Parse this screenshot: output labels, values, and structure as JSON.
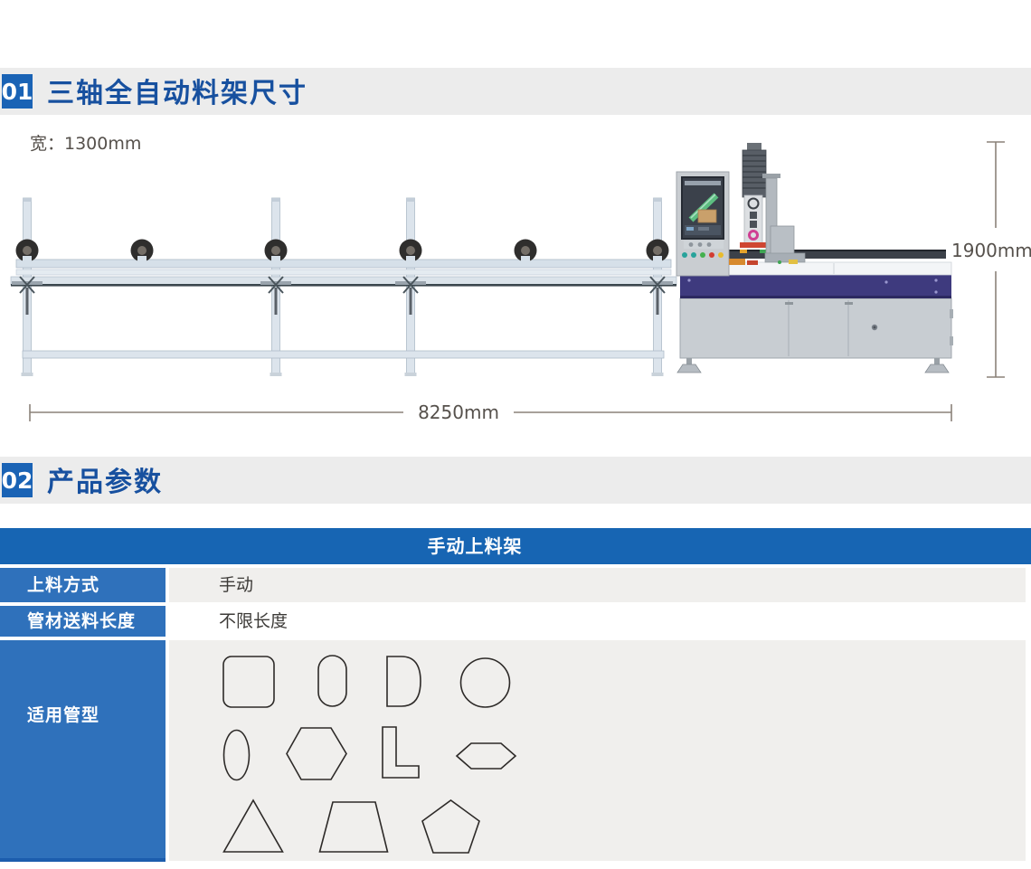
{
  "section1": {
    "number": "01",
    "title": "三轴全自动料架尺寸"
  },
  "section2": {
    "number": "02",
    "title": "产品参数"
  },
  "diagram": {
    "description": "三轴全自动料架与激光切管机侧视图",
    "width_label": "宽：1300mm",
    "height_label": "1900mm",
    "length_label": "8250mm",
    "dimensions": {
      "width_mm": 1300,
      "height_mm": 1900,
      "length_mm": 8250
    },
    "rack_rollers": 6,
    "rack_posts": 4
  },
  "table": {
    "header": "手动上料架",
    "rows": [
      {
        "label": "上料方式",
        "value": "手动"
      },
      {
        "label": "管材送料长度",
        "value": "不限长度"
      },
      {
        "label": "适用管型",
        "value": ""
      }
    ],
    "pipe_shapes": [
      "rounded-square",
      "stadium",
      "d-shape",
      "circle",
      "ellipse",
      "hexagon",
      "l-shape",
      "flat-hexagon",
      "triangle",
      "trapezoid",
      "pentagon"
    ]
  },
  "colors": {
    "section_band_bg": "#ececec",
    "section_number_bg": "#1a63b5",
    "section_title_text": "#17509f",
    "table_header_bg": "#1765b3",
    "table_label_bg": "#2f71bb",
    "table_row_bg": "#f0efed",
    "machine_stripe": "#3e3a7e",
    "machine_body": "#c8cdd2",
    "dimension_text": "#56514c"
  }
}
